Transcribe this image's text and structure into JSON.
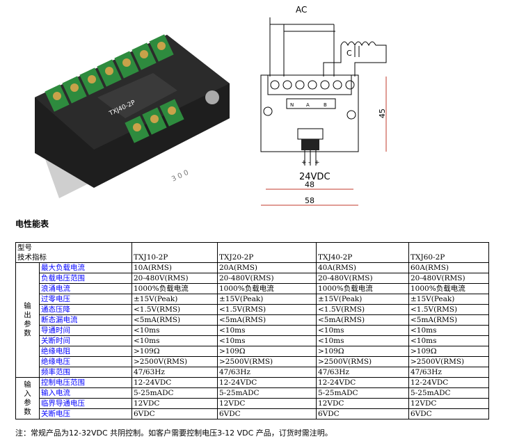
{
  "photo": {
    "model_label": "TXJ40-2P",
    "side_text": "3 0 0"
  },
  "diagram": {
    "ac_label": "AC",
    "capacitor_label": "C",
    "voltage_label": "24VDC",
    "terminal_labels": [
      "N",
      "A",
      "B"
    ],
    "polarity_labels": [
      "+",
      "-",
      "+"
    ],
    "dim_height": "45",
    "dim_inner_width": "48",
    "dim_outer_width": "58"
  },
  "section_title": "电性能表",
  "table": {
    "header_row1": "型号",
    "header_row2": "技术指标",
    "models": [
      "TXJ10-2P",
      "TXJ20-2P",
      "TXJ40-2P",
      "TXJ60-2P"
    ],
    "groups": [
      {
        "label": "输出参数",
        "rows": [
          {
            "param": "最大负载电流",
            "values": [
              "10A(RMS)",
              "20A(RMS)",
              "40A(RMS)",
              "60A(RMS)"
            ]
          },
          {
            "param": "负载电压范围",
            "values": [
              "20-480V(RMS)",
              "20-480V(RMS)",
              "20-480V(RMS)",
              "20-480V(RMS)"
            ]
          },
          {
            "param": "浪涌电流",
            "values": [
              "1000%负载电流",
              "1000%负载电流",
              "1000%负载电流",
              "1000%负载电流"
            ]
          },
          {
            "param": "过零电压",
            "values": [
              "±15V(Peak)",
              "±15V(Peak)",
              "±15V(Peak)",
              "±15V(Peak)"
            ]
          },
          {
            "param": "通态压降",
            "values": [
              "<1.5V(RMS)",
              "<1.5V(RMS)",
              "<1.5V(RMS)",
              "<1.5V(RMS)"
            ]
          },
          {
            "param": "断态漏电流",
            "values": [
              "<5mA(RMS)",
              "<5mA(RMS)",
              "<5mA(RMS)",
              "<5mA(RMS)"
            ]
          },
          {
            "param": "导通时间",
            "values": [
              "<10ms",
              "<10ms",
              "<10ms",
              "<10ms"
            ]
          },
          {
            "param": "关断时间",
            "values": [
              "<10ms",
              "<10ms",
              "<10ms",
              "<10ms"
            ]
          },
          {
            "param": "绝缘电阻",
            "values": [
              ">109Ω",
              ">109Ω",
              ">109Ω",
              ">109Ω"
            ]
          },
          {
            "param": "绝缘电压",
            "values": [
              ">2500V(RMS)",
              ">2500V(RMS)",
              ">2500V(RMS)",
              ">2500V(RMS)"
            ]
          },
          {
            "param": "频率范围",
            "values": [
              "47/63Hz",
              "47/63Hz",
              "47/63Hz",
              "47/63Hz"
            ]
          }
        ]
      },
      {
        "label": "输入参数",
        "rows": [
          {
            "param": "控制电压范围",
            "values": [
              "12-24VDC",
              "12-24VDC",
              "12-24VDC",
              "12-24VDC"
            ]
          },
          {
            "param": "输入电流",
            "values": [
              "5-25mADC",
              "5-25mADC",
              "5-25mADC",
              "5-25mADC"
            ]
          },
          {
            "param": "临界导通电压",
            "values": [
              "12VDC",
              "12VDC",
              "12VDC",
              "12VDC"
            ]
          },
          {
            "param": "关断电压",
            "values": [
              "6VDC",
              "6VDC",
              "6VDC",
              "6VDC"
            ]
          }
        ]
      }
    ]
  },
  "note": "注：常规产品为12-32VDC   共阴控制。如客户需要控制电压3-12 VDC   产品，订货时需注明。",
  "colors": {
    "param_text": "#0000ff",
    "terminal_green": "#2e8b3e",
    "body_black": "#1a1a1a",
    "dim_red": "#c0392b"
  }
}
